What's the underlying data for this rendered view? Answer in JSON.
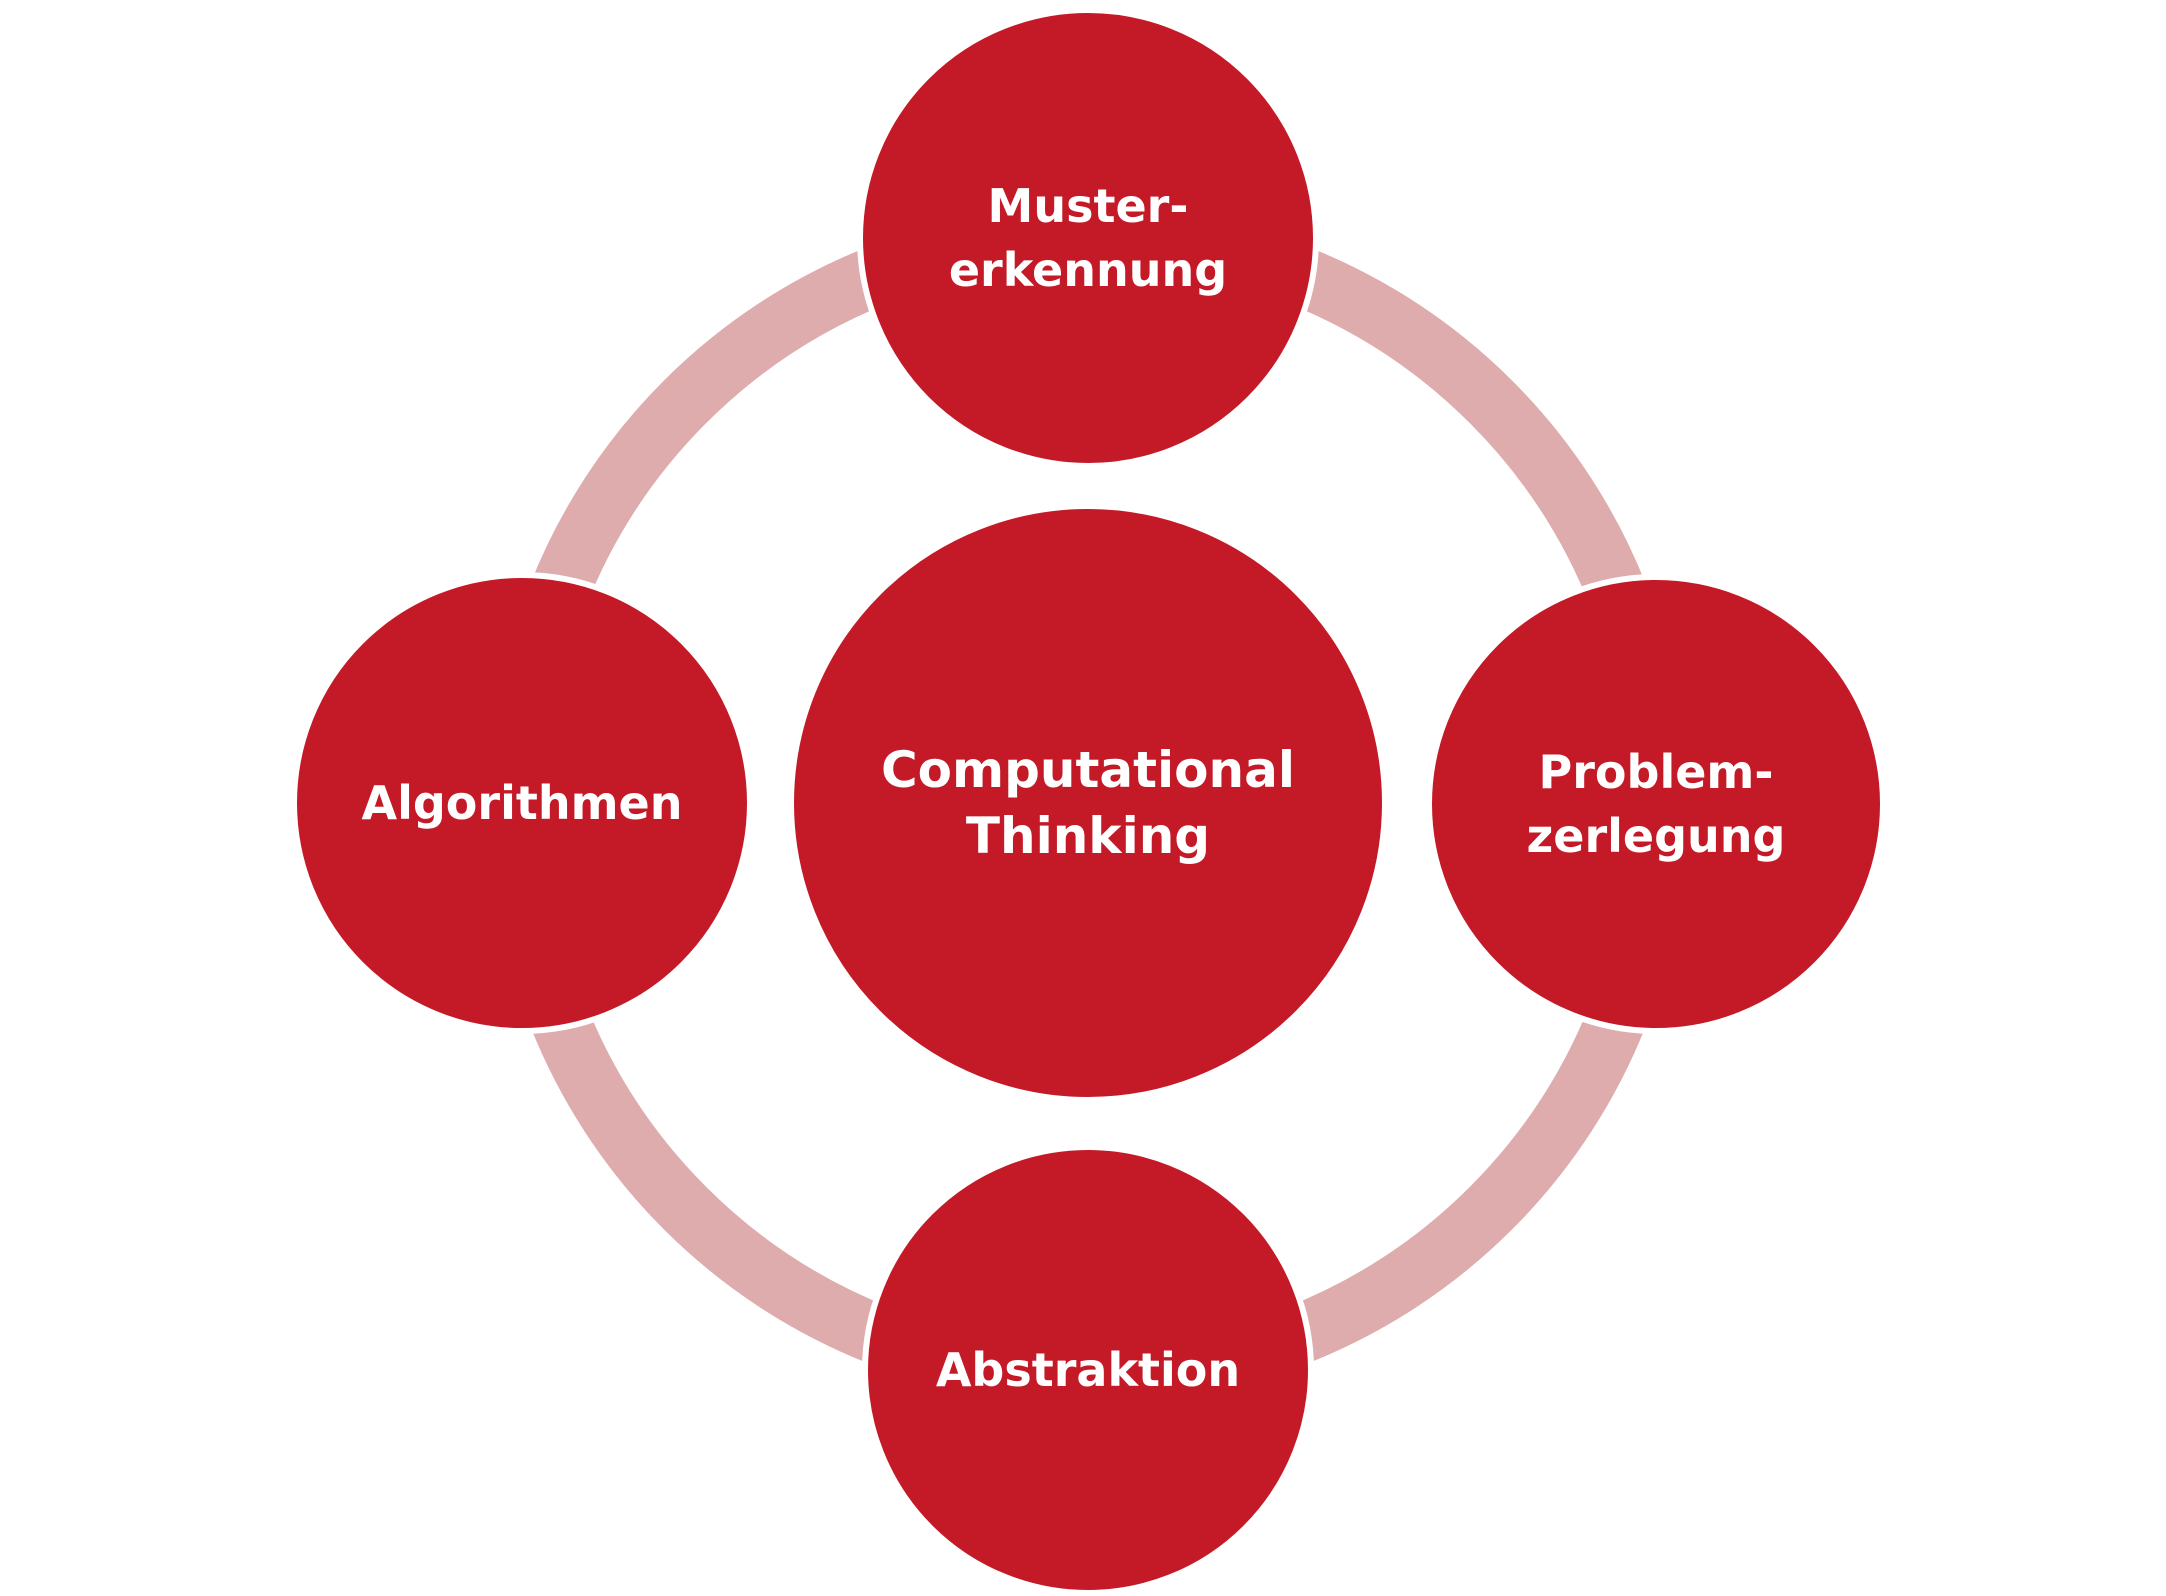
{
  "colors": {
    "node_fill": "#c41a27",
    "ring_stroke": "#deacad",
    "node_border": "#ffffff",
    "label": "#ffffff"
  },
  "center": {
    "label": "Computational\nThinking"
  },
  "nodes": [
    {
      "id": "top",
      "label": "Muster-\nerkennung"
    },
    {
      "id": "right",
      "label": "Problem-\nzerlegung"
    },
    {
      "id": "bottom",
      "label": "Abstraktion"
    },
    {
      "id": "left",
      "label": "Algorithmen"
    }
  ]
}
